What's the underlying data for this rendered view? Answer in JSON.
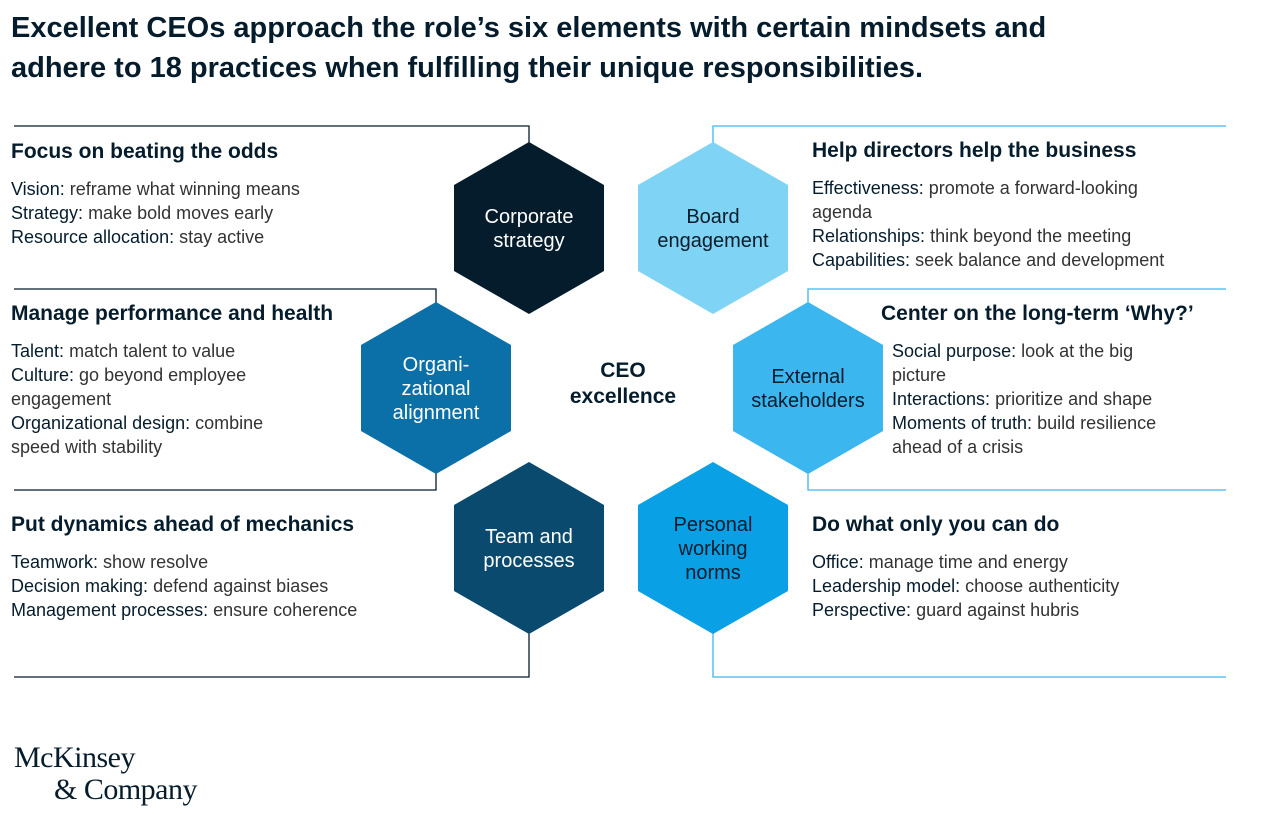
{
  "title": {
    "line1": "Excellent CEOs approach the role’s six elements with certain mindsets and",
    "line2": "adhere to 18 practices when fulfilling their unique responsibilities."
  },
  "center": {
    "line1": "CEO",
    "line2": "excellence"
  },
  "hexagons": [
    {
      "id": "corporate-strategy",
      "lines": [
        "Corporate",
        "strategy"
      ],
      "color": "#051c2c",
      "text_color": "#ffffff"
    },
    {
      "id": "board-engagement",
      "lines": [
        "Board",
        "engagement"
      ],
      "color": "#7fd3f4",
      "text_color": "#051c2c"
    },
    {
      "id": "organizational-alignment",
      "lines": [
        "Organi-",
        "zational",
        "alignment"
      ],
      "color": "#0b6fa8",
      "text_color": "#ffffff"
    },
    {
      "id": "external-stakeholders",
      "lines": [
        "External",
        "stakeholders"
      ],
      "color": "#3cb6ef",
      "text_color": "#051c2c"
    },
    {
      "id": "team-and-processes",
      "lines": [
        "Team and",
        "processes"
      ],
      "color": "#0a4a6e",
      "text_color": "#ffffff"
    },
    {
      "id": "personal-working-norms",
      "lines": [
        "Personal",
        "working",
        "norms"
      ],
      "color": "#0aa0e6",
      "text_color": "#051c2c"
    }
  ],
  "panels": {
    "top_left": {
      "heading": "Focus on beating the odds",
      "items": [
        {
          "label": "Vision:",
          "text": "reframe what winning means"
        },
        {
          "label": "Strategy:",
          "text": "make bold moves early"
        },
        {
          "label": "Resource allocation:",
          "text": "stay active"
        }
      ]
    },
    "mid_left": {
      "heading": "Manage performance and health",
      "items": [
        {
          "label": "Talent:",
          "text": "match talent to value"
        },
        {
          "label": "Culture:",
          "text": "go beyond employee engagement"
        },
        {
          "label": "Organizational design:",
          "text": "combine speed with stability"
        }
      ]
    },
    "bottom_left": {
      "heading": "Put dynamics ahead of mechanics",
      "items": [
        {
          "label": "Teamwork:",
          "text": "show resolve"
        },
        {
          "label": "Decision making:",
          "text": "defend against biases"
        },
        {
          "label": "Management processes:",
          "text": "ensure coherence"
        }
      ]
    },
    "top_right": {
      "heading": "Help directors help the business",
      "items": [
        {
          "label": "Effectiveness:",
          "text": "promote a forward-looking agenda"
        },
        {
          "label": "Relationships:",
          "text": "think beyond the meeting"
        },
        {
          "label": "Capabilities:",
          "text": "seek balance and development"
        }
      ]
    },
    "mid_right": {
      "heading": "Center on the long-term ‘Why?’",
      "items": [
        {
          "label": "Social purpose:",
          "text": "look at the big picture"
        },
        {
          "label": "Interactions:",
          "text": "prioritize and shape"
        },
        {
          "label": "Moments of truth:",
          "text": "build resilience ahead of a crisis"
        }
      ]
    },
    "bottom_right": {
      "heading": "Do what only you can do",
      "items": [
        {
          "label": "Office:",
          "text": "manage time and energy"
        },
        {
          "label": "Leadership model:",
          "text": "choose authenticity"
        },
        {
          "label": "Perspective:",
          "text": "guard against hubris"
        }
      ]
    }
  },
  "logo": {
    "line1": "McKinsey",
    "line2": "& Company"
  },
  "colors": {
    "left_line": "#051c2c",
    "right_line": "#3cb6ef"
  }
}
